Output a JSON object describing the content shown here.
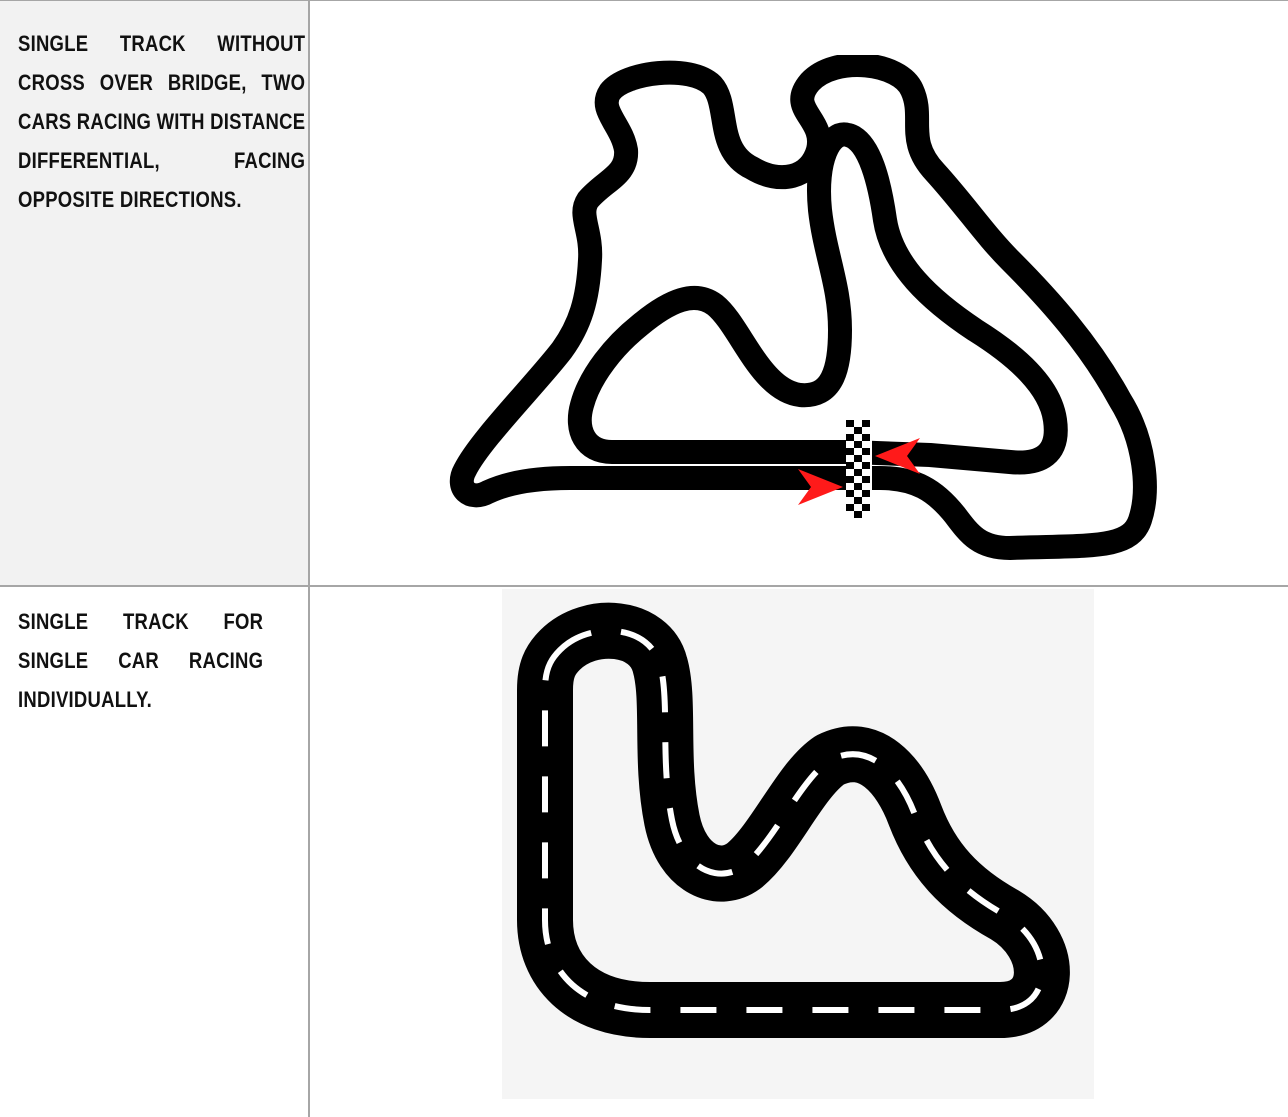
{
  "rows": [
    {
      "description": "SINGLE TRACK WITHOUT CROSS OVER BRIDGE, TWO CARS RACING WITH DISTANCE DIFFERENTIAL, FACING OPPOSITE DIRECTIONS.",
      "image": {
        "track_color": "#000000",
        "arrow_color": "#ff0000",
        "finish_line": "checkered",
        "icons": [
          "red-arrow-left-icon",
          "red-arrow-right-icon",
          "checkered-flag-line-icon"
        ]
      }
    },
    {
      "description": "SINGLE TRACK FOR SINGLE CAR RACING INDIVIDUALLY.",
      "image": {
        "track_color": "#000000",
        "lane_marking_color": "#ffffff",
        "background_color": "#f5f5f5"
      }
    }
  ],
  "colors": {
    "label_cell_background": "#f2f2f2",
    "border": "#a6a6a6"
  }
}
